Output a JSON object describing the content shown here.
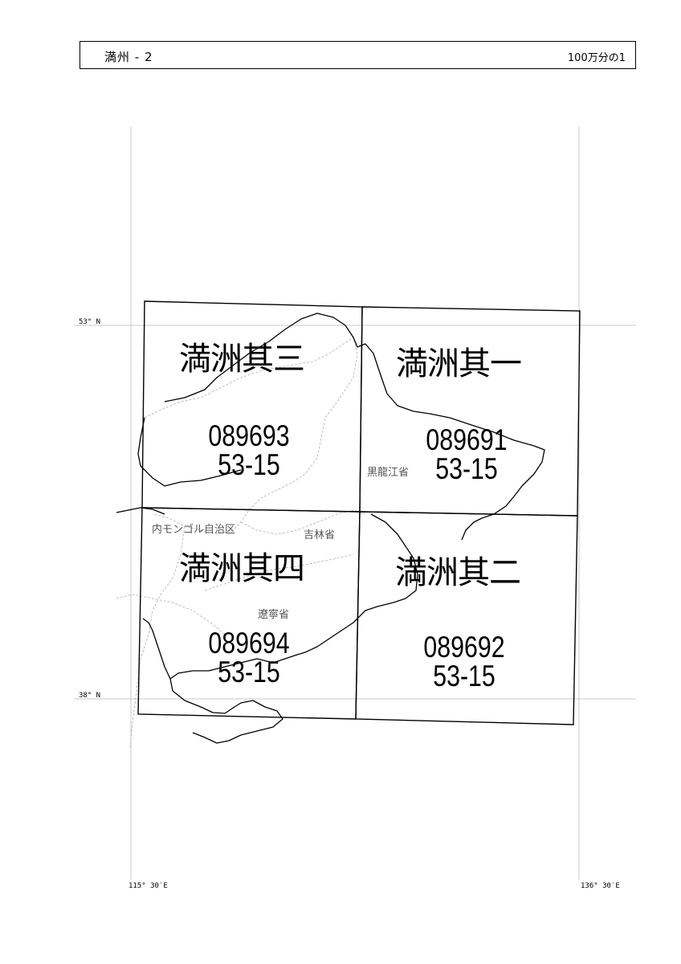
{
  "header": {
    "title": "満州 - 2",
    "scale": "100万分の1"
  },
  "coordinates": {
    "lat_top": "53° N",
    "lat_bottom": "38° N",
    "lon_left": "115° 30′E",
    "lon_right": "136° 30′E"
  },
  "sheets": [
    {
      "name": "満洲其三",
      "code": "089693",
      "grid": "53-15"
    },
    {
      "name": "満洲其一",
      "code": "089691",
      "grid": "53-15"
    },
    {
      "name": "満洲其四",
      "code": "089694",
      "grid": "53-15"
    },
    {
      "name": "満洲其二",
      "code": "089692",
      "grid": "53-15"
    }
  ],
  "places": {
    "heilongjiang": "黒龍江省",
    "inner_mongolia": "内モンゴル自治区",
    "jilin": "吉林省",
    "liaoning": "遼寧省"
  },
  "colors": {
    "grid": "#c8c8c8",
    "coast": "#000000",
    "province_border": "#bdbdbd",
    "place_label": "#555555"
  }
}
